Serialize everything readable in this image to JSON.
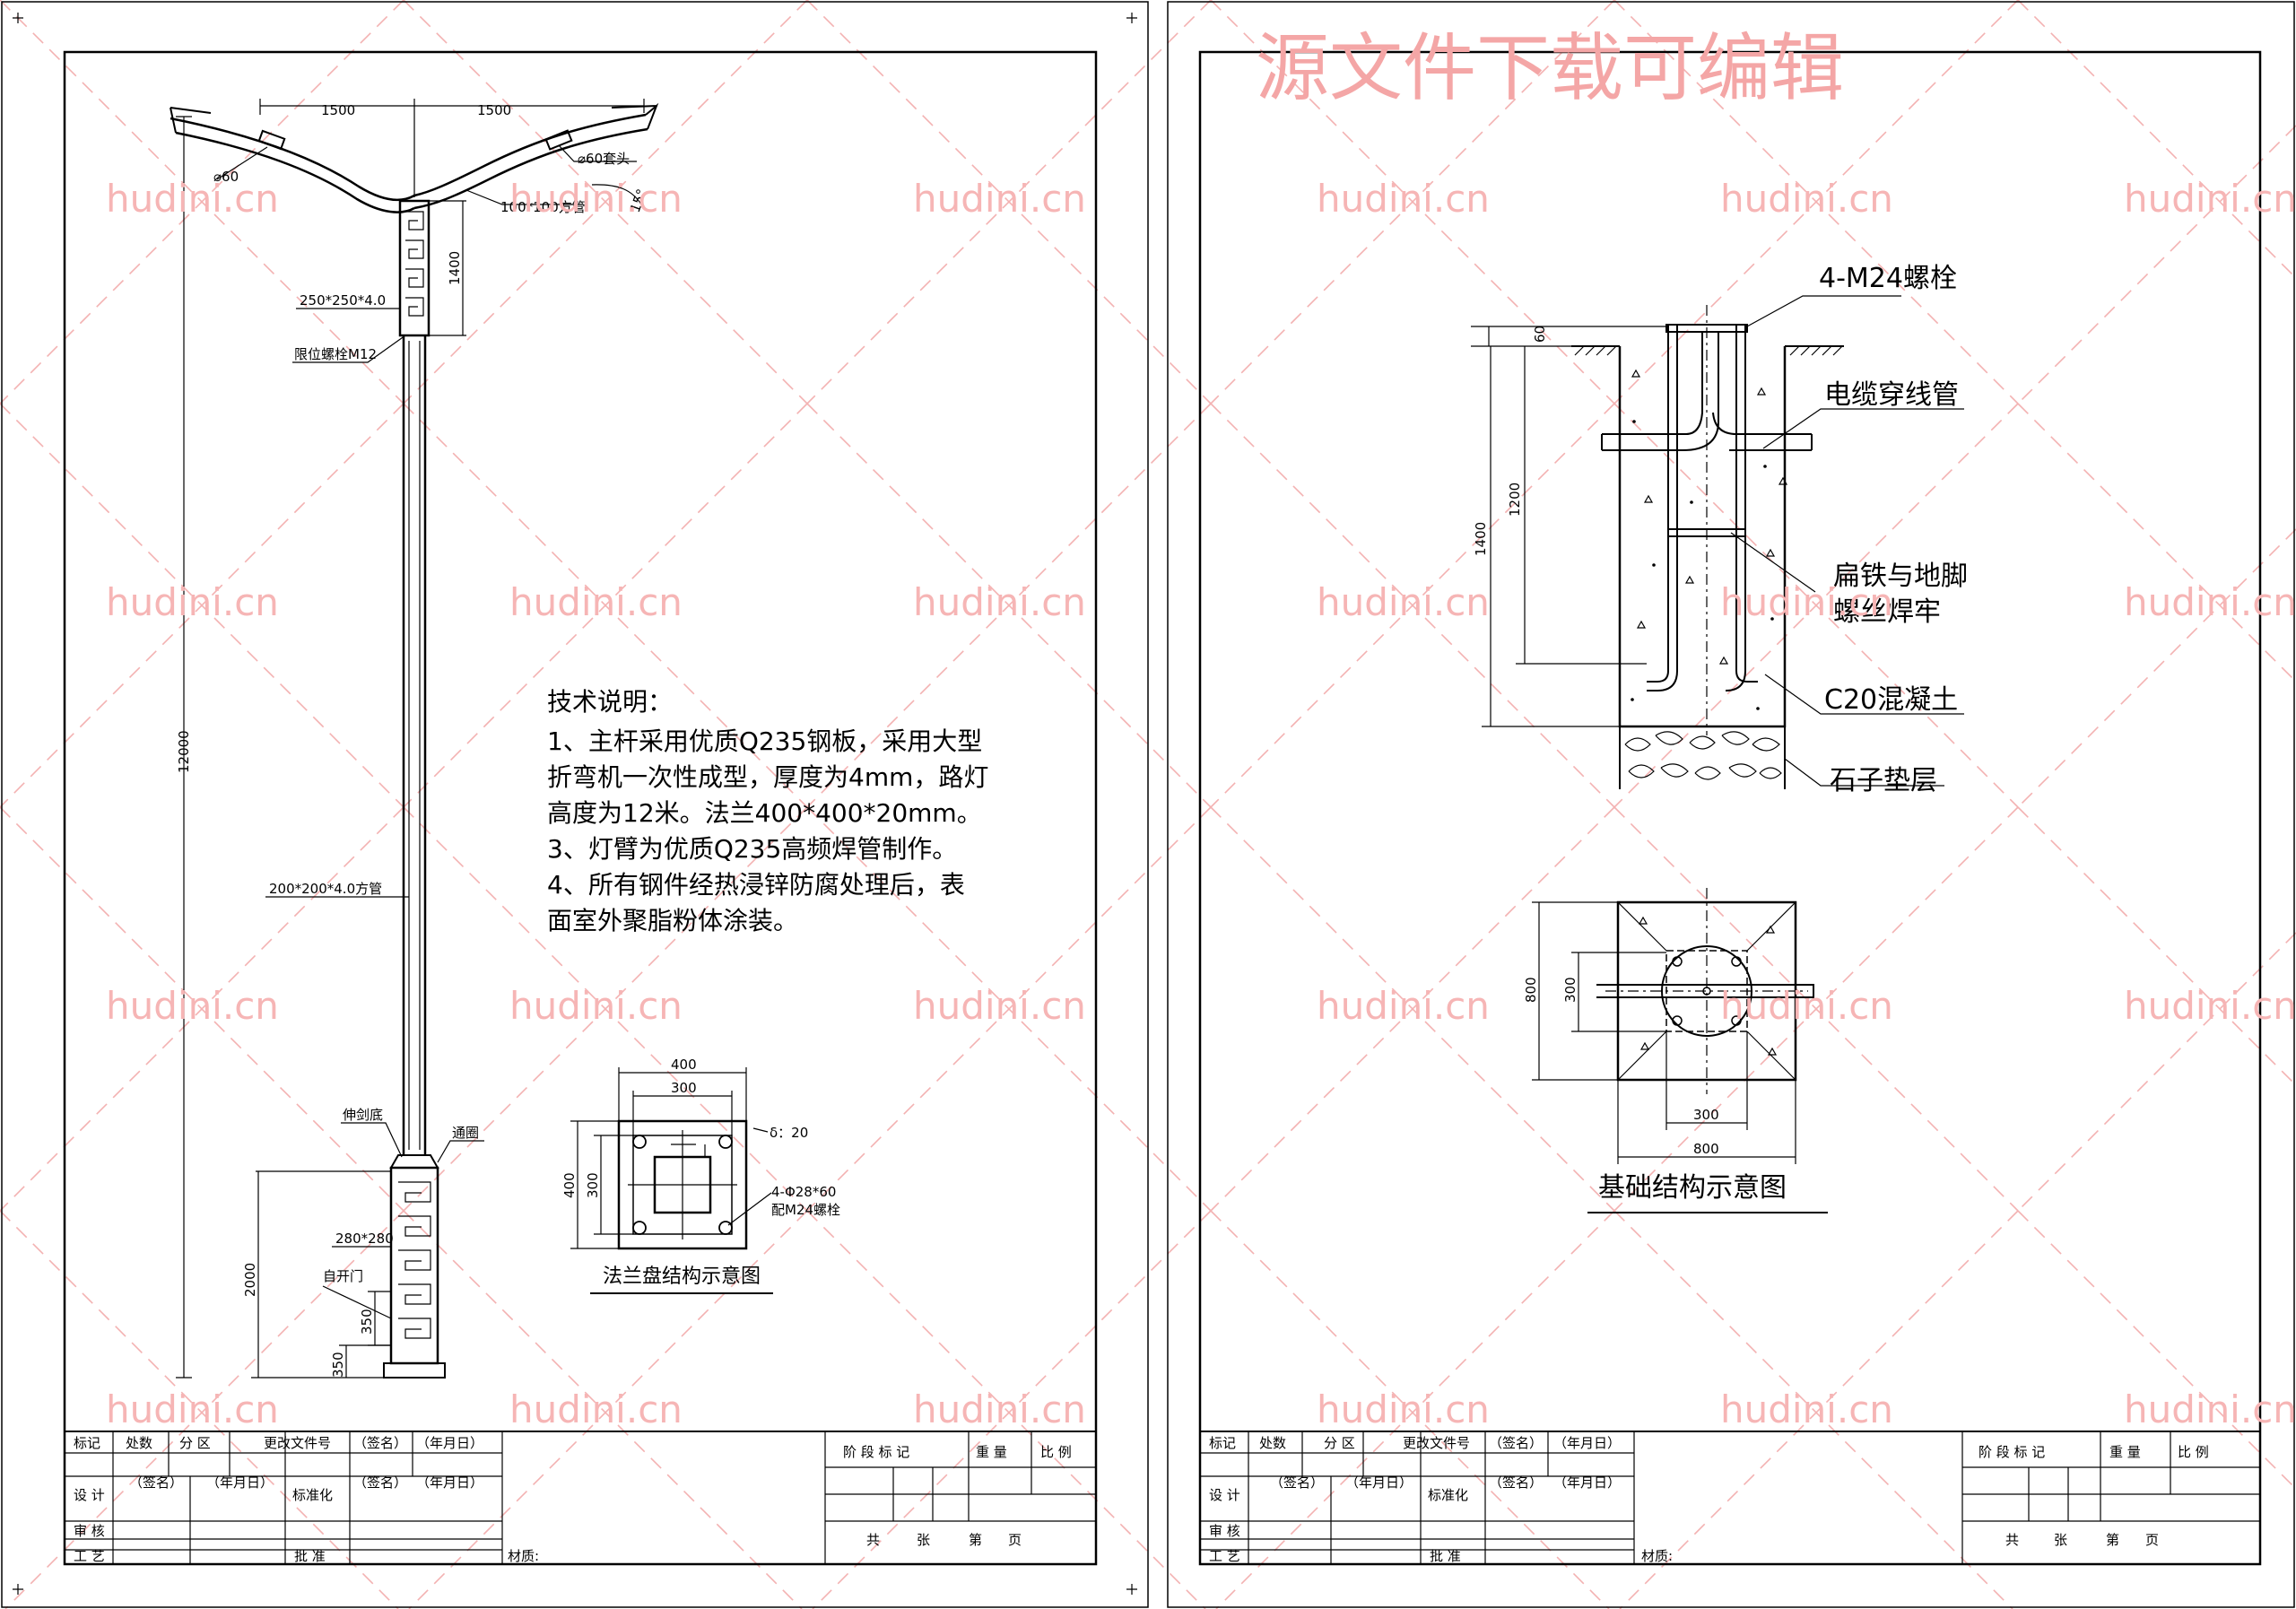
{
  "watermark": {
    "site": "hudini.cn",
    "title": "源文件下载可编辑",
    "color": "#f4a6a6"
  },
  "pole": {
    "arm_spans": [
      "1500",
      "1500"
    ],
    "arm_tube_dia": "⌀60",
    "arm_cap": "⌀60套头",
    "arm_section": "100*100方管",
    "arm_angle": "15°",
    "upper_section_label": "250*250*4.0",
    "upper_section_height": "1400",
    "limit_bolt": "限位螺栓M12",
    "total_height": "12000",
    "main_tube": "200*200*4.0方管",
    "cover": "伸剑底",
    "collar": "通圈",
    "base_section": "280*280",
    "door": "自开门",
    "base_height": "2000",
    "door_height": "350",
    "bottom_height": "350"
  },
  "notes": {
    "heading": "技术说明：",
    "lines": [
      "1、主杆采用优质Q235钢板，采用大型",
      "折弯机一次性成型，厚度为4mm，路灯",
      "高度为12米。法兰400*400*20mm。",
      "3、灯臂为优质Q235高频焊管制作。",
      "4、所有钢件经热浸锌防腐处理后，表",
      "面室外聚脂粉体涂装。"
    ]
  },
  "flange": {
    "title": "法兰盘结构示意图",
    "width_outer": "400",
    "width_inner": "300",
    "height_outer": "400",
    "height_inner": "300",
    "thickness": "δ：20",
    "holes": "4-Φ28*60",
    "bolts": "配M24螺栓"
  },
  "foundation": {
    "bolts_label": "4-M24螺栓",
    "cable_label": "电缆穿线管",
    "flat_iron_line1": "扁铁与地脚",
    "flat_iron_line2": "螺丝焊牢",
    "concrete_label": "C20混凝土",
    "gravel_label": "石子垫层",
    "dim_top": "60",
    "dim_bolt": "1200",
    "dim_depth": "1400",
    "plan_side": "800",
    "plan_inner": "300",
    "plan_bottom_inner": "300",
    "plan_bottom_outer": "800",
    "title": "基础结构示意图"
  },
  "title_block": {
    "marks": "标记",
    "count": "处数",
    "zone": "分 区",
    "change_doc": "更改文件号",
    "sign": "（签名）",
    "date": "（年月日）",
    "design": "设 计",
    "standardize": "标准化",
    "review": "审 核",
    "process": "工 艺",
    "approve": "批 准",
    "stage_mark": "阶 段 标 记",
    "weight": "重 量",
    "scale": "比 例",
    "material": "材质:",
    "sheets": [
      "共",
      "张",
      "第",
      "页"
    ]
  }
}
